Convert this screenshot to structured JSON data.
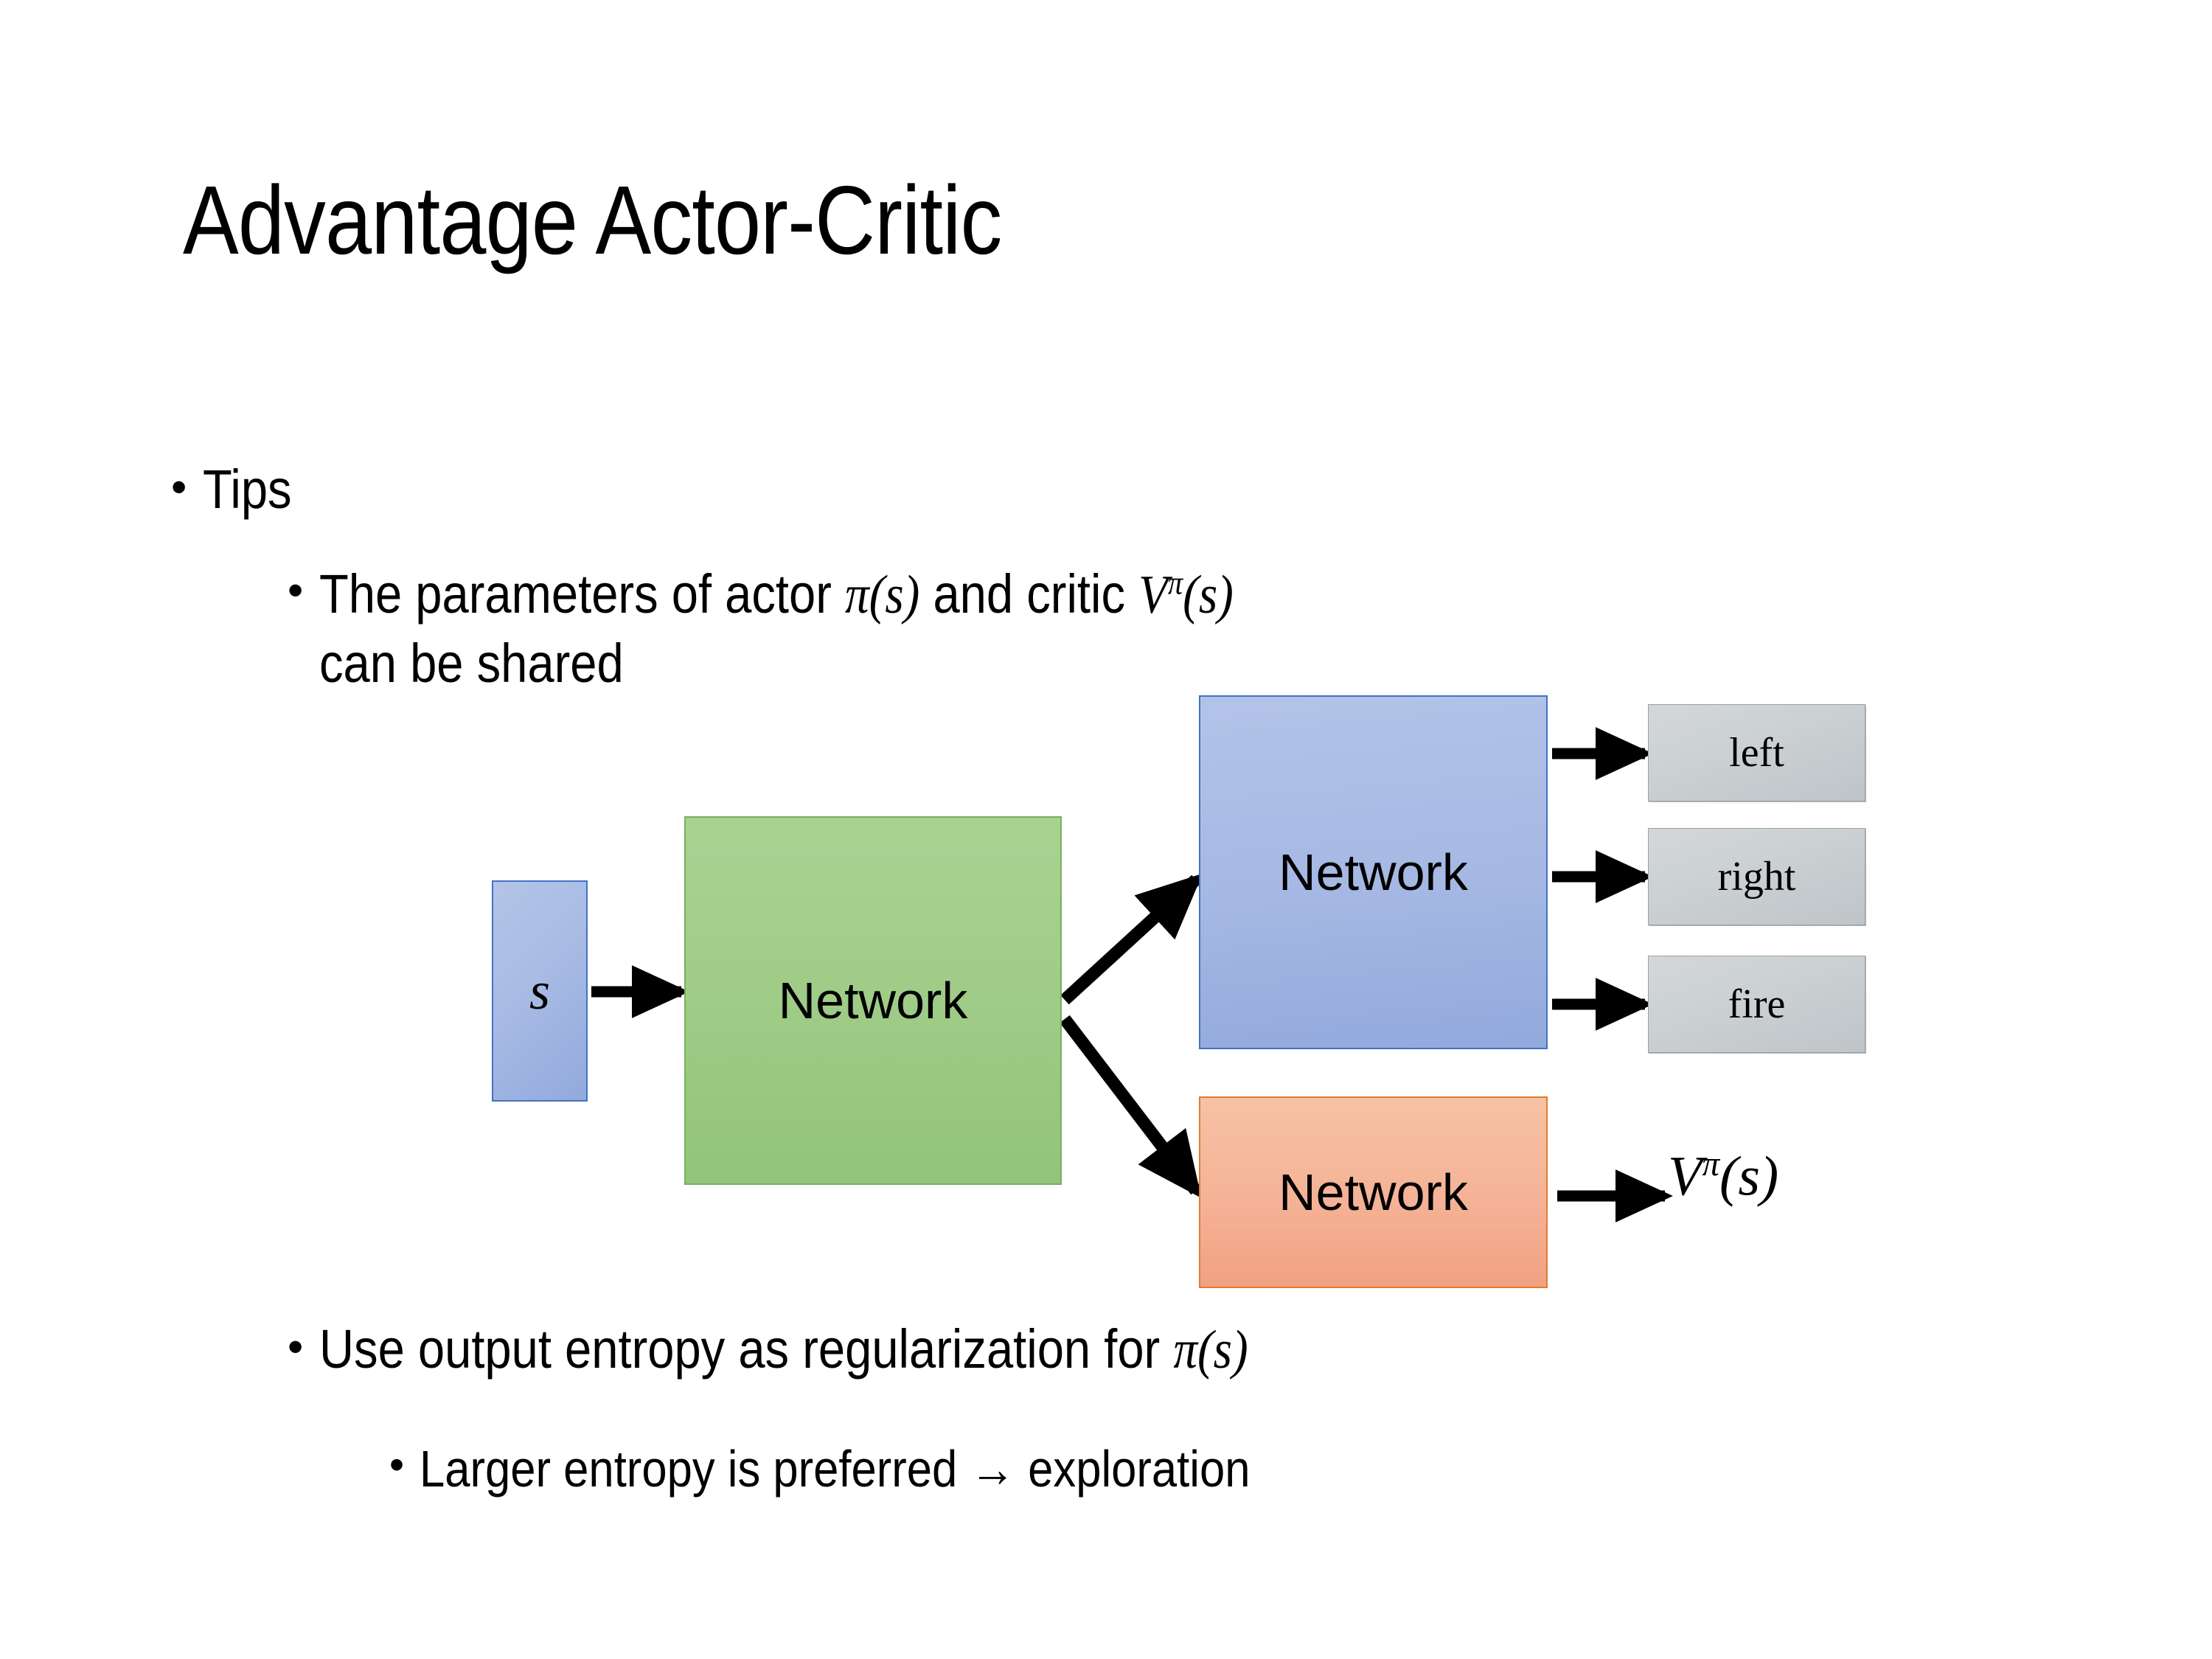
{
  "slide": {
    "title": "Advantage Actor-Critic",
    "background": "#ffffff"
  },
  "bullets": {
    "tips": "Tips",
    "params_pre": "The parameters of actor ",
    "params_math_actor": "π(s)",
    "params_mid": "  and critic ",
    "params_math_critic_base": "V",
    "params_math_critic_sup": "π",
    "params_math_critic_arg": "(s)",
    "params_line2": "can be shared",
    "entropy_pre": "Use output entropy as regularization for ",
    "entropy_math": "π(s)",
    "larger": "Larger entropy is preferred → exploration"
  },
  "diagram": {
    "state_label": "s",
    "shared_network_label": "Network",
    "actor_network_label": "Network",
    "critic_network_label": "Network",
    "actions": [
      {
        "label": "left"
      },
      {
        "label": "right"
      },
      {
        "label": "fire"
      }
    ],
    "value_output": {
      "base": "V",
      "sup": "π",
      "arg": "(s)"
    },
    "colors": {
      "state_box_fill": "#a8bbe4",
      "state_box_border": "#4372c4",
      "shared_box_fill": "#9ecb86",
      "shared_box_border": "#7aaf5e",
      "actor_box_fill": "#a5b8e3",
      "actor_box_border": "#4372c4",
      "critic_box_fill": "#f4b296",
      "critic_box_border": "#e07b30",
      "action_box_fill": "#ccd1d4",
      "action_box_border": "#9aa0a4",
      "arrow_color": "#000000"
    },
    "arrows": [
      {
        "name": "state-to-shared"
      },
      {
        "name": "shared-to-actor"
      },
      {
        "name": "shared-to-critic"
      },
      {
        "name": "actor-to-left"
      },
      {
        "name": "actor-to-right"
      },
      {
        "name": "actor-to-fire"
      },
      {
        "name": "critic-to-value"
      }
    ]
  }
}
